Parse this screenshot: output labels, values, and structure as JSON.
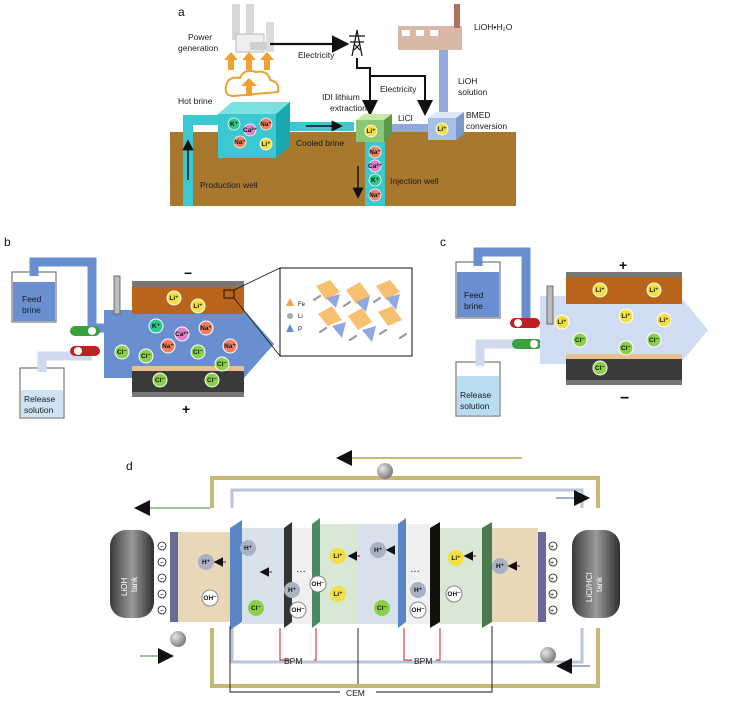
{
  "panel_a": {
    "letter": "a",
    "power_generation": [
      "Power",
      "generation"
    ],
    "electricity_top": "Electricity",
    "electricity_mid": "Electricity",
    "lioh_product": "LiOH•H₂O",
    "lioh_solution": [
      "LiOH",
      "solution"
    ],
    "hot_brine": "Hot brine",
    "idi_extraction": [
      "IDI lithium",
      "extraction"
    ],
    "licl": "LiCl",
    "bmed": [
      "BMED",
      "conversion"
    ],
    "cooled_brine": "Cooled brine",
    "production_well": "Production well",
    "injection_well": "Injection well",
    "brine_ions": [
      "K⁺",
      "Ca²⁺",
      "Na⁺",
      "Na⁺",
      "Li⁺"
    ],
    "well_ions": [
      "Na⁺",
      "Ca²⁺",
      "K⁺",
      "Na⁺"
    ],
    "li_ion": "Li⁺"
  },
  "panel_b": {
    "letter": "b",
    "feed_brine": [
      "Feed",
      "brine"
    ],
    "release_solution": [
      "Release",
      "solution"
    ],
    "minus": "−",
    "plus": "+",
    "top_ions": [
      "Li⁺",
      "Li⁺"
    ],
    "mid_ions": [
      "K⁺",
      "Ca²⁺",
      "Na⁺",
      "Na⁺",
      "Na⁺"
    ],
    "cl_ions": [
      "Cl⁻",
      "Cl⁻",
      "Cl⁻",
      "Cl⁻"
    ],
    "bottom_ions": [
      "Cl⁻",
      "Cl⁻"
    ],
    "legend": [
      "Fe",
      "Li",
      "P"
    ]
  },
  "panel_c": {
    "letter": "c",
    "feed_brine": [
      "Feed",
      "brine"
    ],
    "release_solution": [
      "Release",
      "solution"
    ],
    "plus": "+",
    "minus": "−",
    "li_ions": [
      "Li⁺",
      "Li⁺",
      "Li⁺",
      "Li⁺",
      "Li⁺"
    ],
    "cl_ions": [
      "Cl⁻",
      "Cl⁻",
      "Cl⁻",
      "Cl⁻"
    ]
  },
  "panel_d": {
    "letter": "d",
    "lioh_tank": [
      "LiOH",
      "tank"
    ],
    "licl_tank": [
      "LiCl/HCl",
      "tank"
    ],
    "bpm_1": "BPM",
    "bpm_2": "BPM",
    "cem": "CEM",
    "ellipsis": "…",
    "h_ion": "H⁺",
    "oh_ion": "OH⁻",
    "li_ion": "Li⁺",
    "cl_ion": "Cl⁻",
    "minus": "−",
    "plus": "+"
  }
}
